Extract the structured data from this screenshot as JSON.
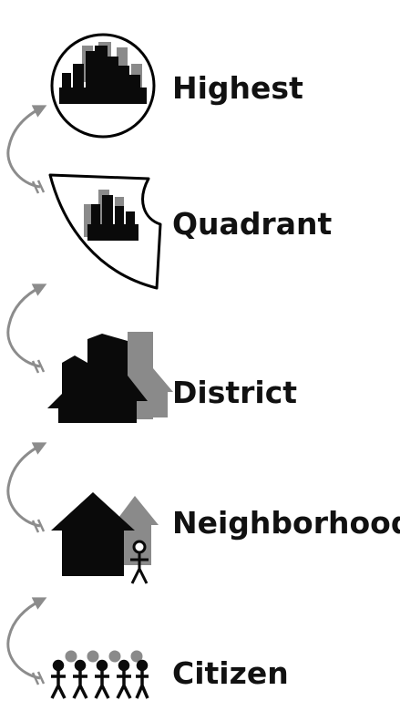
{
  "levels": [
    {
      "label": "Highest",
      "icon": "city-skyline-circle-icon"
    },
    {
      "label": "Quadrant",
      "icon": "city-quadrant-wedge-icon"
    },
    {
      "label": "District",
      "icon": "district-buildings-icon"
    },
    {
      "label": "Neighborhood",
      "icon": "house-with-person-icon"
    },
    {
      "label": "Citizen",
      "icon": "citizens-group-icon"
    }
  ],
  "colors": {
    "foreground": "#0a0a0a",
    "secondary": "#8a8a8a",
    "arrow": "#8c8c8c",
    "text": "#111111",
    "background": "#ffffff"
  }
}
